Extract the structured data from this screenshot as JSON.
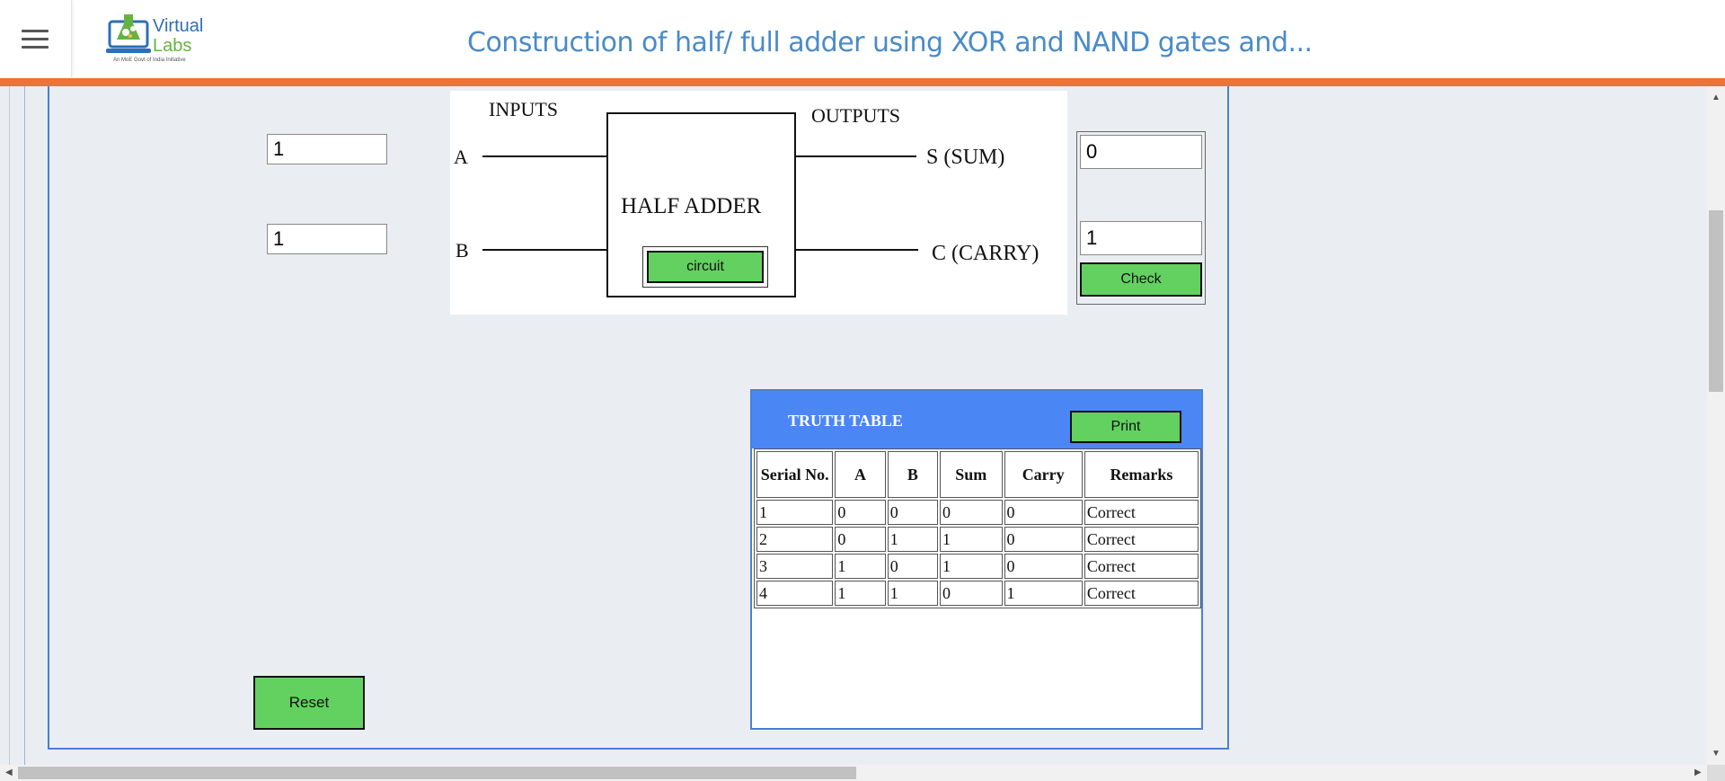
{
  "header": {
    "title": "Construction of half/ full adder using XOR and NAND gates and...",
    "logo": {
      "line1": "Virtual",
      "line2": "Labs",
      "tagline": "An MoE Govt of India Initiative"
    }
  },
  "inputs": {
    "a_value": "1",
    "b_value": "1"
  },
  "diagram": {
    "inputs_label": "INPUTS",
    "outputs_label": "OUTPUTS",
    "a_label": "A",
    "b_label": "B",
    "box_label": "HALF ADDER",
    "sum_label": "S (SUM)",
    "carry_label": "C (CARRY)",
    "circuit_button": "circuit"
  },
  "outputs": {
    "sum_value": "0",
    "carry_value": "1",
    "check_button": "Check"
  },
  "reset_button": "Reset",
  "truth_table": {
    "title": "TRUTH TABLE",
    "print_button": "Print",
    "headers": [
      "Serial No.",
      "A",
      "B",
      "Sum",
      "Carry",
      "Remarks"
    ],
    "rows": [
      [
        "1",
        "0",
        "0",
        "0",
        "0",
        "Correct"
      ],
      [
        "2",
        "0",
        "1",
        "1",
        "0",
        "Correct"
      ],
      [
        "3",
        "1",
        "0",
        "1",
        "0",
        "Correct"
      ],
      [
        "4",
        "1",
        "1",
        "0",
        "1",
        "Correct"
      ]
    ]
  },
  "colors": {
    "accent_orange": "#ee7334",
    "title_blue": "#4a8bc8",
    "button_green": "#63d160",
    "table_header_blue": "#4b86f5",
    "panel_border": "#4a7fd4"
  }
}
